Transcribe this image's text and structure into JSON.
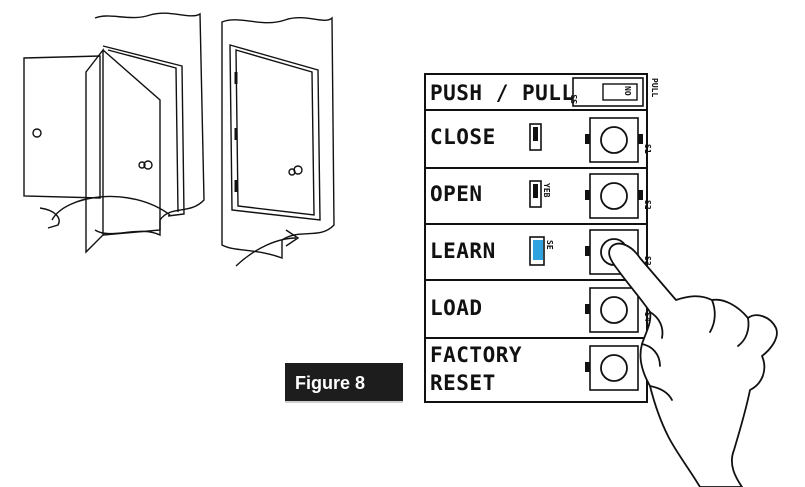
{
  "figure": {
    "label": "Figure 8"
  },
  "panel": {
    "header": {
      "label": "PUSH / PULL",
      "switch_text": "NO",
      "side_text": "PULL",
      "tiny": "S3"
    },
    "rows": [
      {
        "key": "close",
        "label": "CLOSE",
        "tag": "S1"
      },
      {
        "key": "open",
        "label": "OPEN",
        "tag": "S2"
      },
      {
        "key": "learn",
        "label": "LEARN",
        "tag": "S3"
      },
      {
        "key": "load",
        "label": "LOAD",
        "tag": "S4"
      },
      {
        "key": "factory",
        "label_line1": "FACTORY",
        "label_line2": "RESET"
      }
    ],
    "led_labels": {
      "open": "YEB",
      "learn": "SE"
    },
    "learn_led_color": "#2fa3e0"
  }
}
